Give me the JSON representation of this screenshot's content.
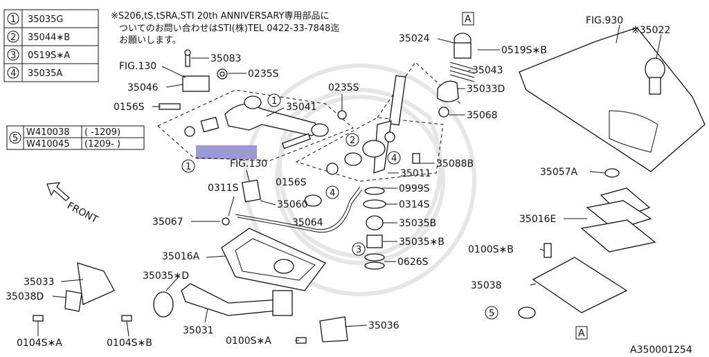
{
  "legend": {
    "rows": [
      {
        "num": "1",
        "part": "35035G"
      },
      {
        "num": "2",
        "part": "35044∗B"
      },
      {
        "num": "3",
        "part": "0519S∗A"
      },
      {
        "num": "4",
        "part": "35035A"
      }
    ]
  },
  "legend5": {
    "num": "5",
    "rows": [
      {
        "part": "W410038",
        "range": "( -1209)"
      },
      {
        "part": "W410045",
        "range": "(1209- )"
      }
    ]
  },
  "note": {
    "line1": "※S206,tS,tSRA,STI 20th ANNIVERSARY専用部品に",
    "line2": "ついてのお問い合わせはSTI(株)TEL 0422-33-7848迄",
    "line3": "お願いします。"
  },
  "labels": {
    "p35083": "35083",
    "fig130a": "FIG.130",
    "p0235s_a": "0235S",
    "p35046": "35046",
    "p0156s_a": "0156S",
    "p35041": "35041",
    "p0235s_b": "0235S",
    "fig130b": "FIG.130",
    "p0156s_b": "0156S",
    "p0311s": "0311S",
    "p35060": "35060",
    "p35064": "35064",
    "p35067": "35067",
    "p35016a": "35016A",
    "p35033": "35033",
    "p35038d": "35038D",
    "p0104sa": "0104S∗A",
    "p0104sb": "0104S∗B",
    "p35035d": "35035∗D",
    "p35031": "35031",
    "p0100sa": "0100S∗A",
    "p35036": "35036",
    "p35024": "35024",
    "p0519sb": "0519S∗B",
    "p35043": "35043",
    "p35033d": "35033D",
    "p35068": "35068",
    "p35088b": "35088B",
    "p35011": "35011",
    "p0999s": "0999S",
    "p0314s": "0314S",
    "p35035b": "35035B",
    "p35035b2": "35035∗B",
    "p0626s": "0626S",
    "fig930": "FIG.930",
    "p35022": "※35022",
    "p35057a": "35057A",
    "p35016e": "35016E",
    "p0100sb": "0100S∗B",
    "p35038": "35038",
    "refA_top": "A",
    "refA_bottom": "A",
    "front": "FRONT",
    "diagram_id": "A350001254",
    "c1a": "1",
    "c1b": "1",
    "c2": "2",
    "c3": "3",
    "c4a": "4",
    "c4b": "4",
    "c5": "5"
  },
  "highlight_color": "#9c9ad2"
}
